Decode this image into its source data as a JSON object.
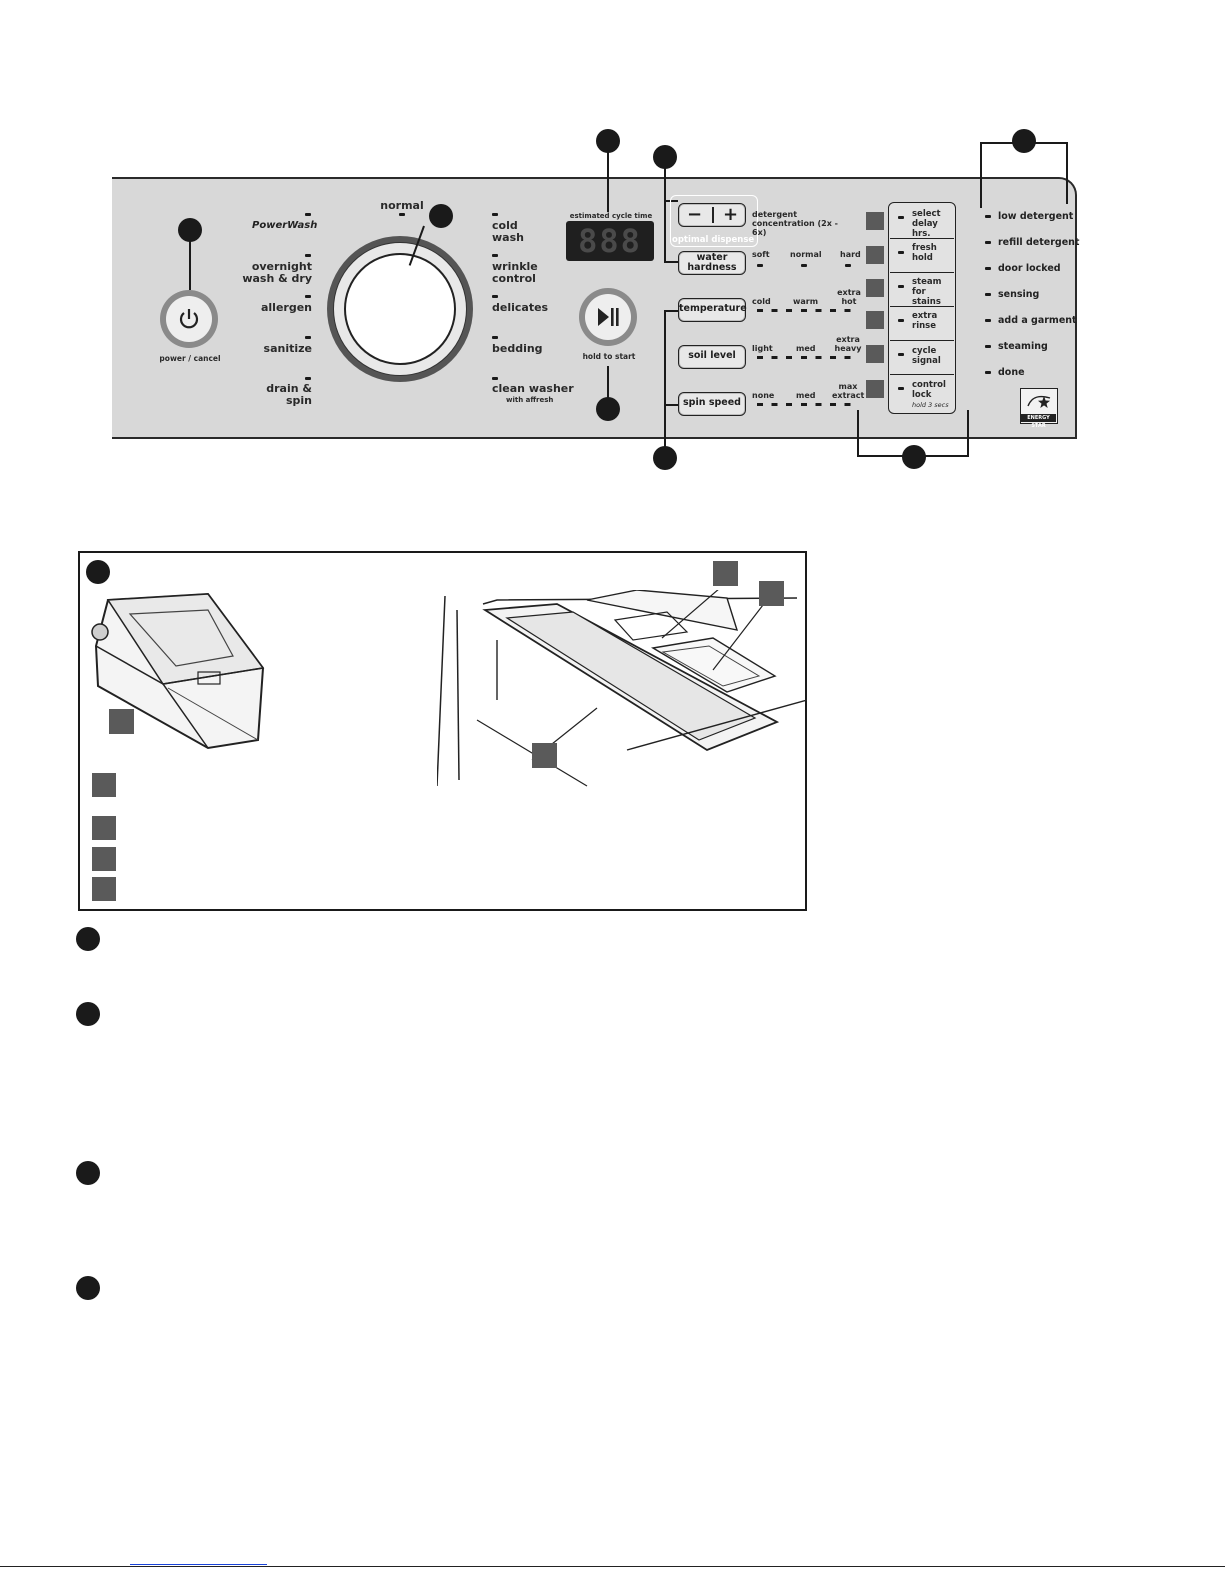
{
  "panel": {
    "power_label": "power / cancel",
    "start_label": "hold to start",
    "display_title": "estimated cycle time",
    "display_digits": "888",
    "cycles_left": [
      {
        "label": "PowerWash"
      },
      {
        "label": "overnight wash & dry"
      },
      {
        "label": "allergen"
      },
      {
        "label": "sanitize"
      },
      {
        "label": "drain & spin"
      }
    ],
    "cycle_top": "normal",
    "cycles_right": [
      {
        "label": "cold wash"
      },
      {
        "label": "wrinkle control"
      },
      {
        "label": "delicates"
      },
      {
        "label": "bedding"
      },
      {
        "label": "clean washer"
      }
    ],
    "clean_washer_brand": "with affresh",
    "detergent": {
      "minus": "−",
      "plus": "+",
      "label": "detergent concentration (2x - 6x)",
      "optimal": "optimal dispense"
    },
    "water_hardness": {
      "button": "water hardness",
      "levels": [
        "soft",
        "normal",
        "hard"
      ]
    },
    "temperature": {
      "button": "temperature",
      "levels": [
        "cold",
        "warm",
        "extra hot"
      ]
    },
    "soil_level": {
      "button": "soil level",
      "levels": [
        "light",
        "med",
        "extra heavy"
      ]
    },
    "spin_speed": {
      "button": "spin speed",
      "levels": [
        "none",
        "med",
        "max extract"
      ]
    },
    "options": [
      {
        "label": "select delay hrs."
      },
      {
        "label": "fresh hold"
      },
      {
        "label": "steam for stains"
      },
      {
        "label": "extra rinse"
      },
      {
        "label": "cycle signal"
      },
      {
        "label": "control lock",
        "sub": "hold 3 secs"
      }
    ],
    "status_lights": [
      "low detergent",
      "refill detergent",
      "door locked",
      "sensing",
      "add a garment",
      "steaming",
      "done"
    ],
    "energy_star": "ENERGY STAR"
  },
  "colors": {
    "panel": "#d8d8d8",
    "ink": "#1a1a1a",
    "key": "#5a5a5a",
    "link": "#1a44d8"
  }
}
